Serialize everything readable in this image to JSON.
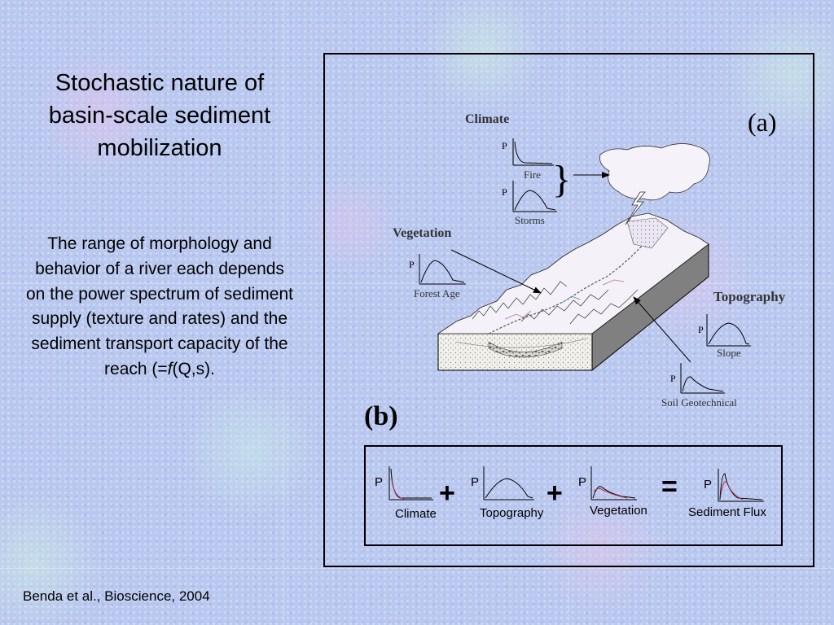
{
  "slide": {
    "title": "Stochastic nature of basin-scale sediment mobilization",
    "body_pre": "The range of morphology and behavior of a river each depends on the power spectrum of sediment supply (texture and rates) and the sediment transport capacity of the reach (=",
    "body_f": "f",
    "body_post": "(Q,s).",
    "citation": "Benda et al., Bioscience, 2004"
  },
  "figure": {
    "panel_a_label": "(a)",
    "panel_b_label": "(b)",
    "climate_heading": "Climate",
    "fire_label": "Fire",
    "storms_label": "Storms",
    "vegetation_heading": "Vegetation",
    "forest_age_label": "Forest Age",
    "topography_heading": "Topography",
    "slope_label": "Slope",
    "soil_label": "Soil Geotechnical",
    "axis_p": "P",
    "equation": {
      "terms": [
        "Climate",
        "Topography",
        "Vegetation",
        "Sediment Flux"
      ],
      "plus": "+",
      "equals": "="
    }
  }
}
